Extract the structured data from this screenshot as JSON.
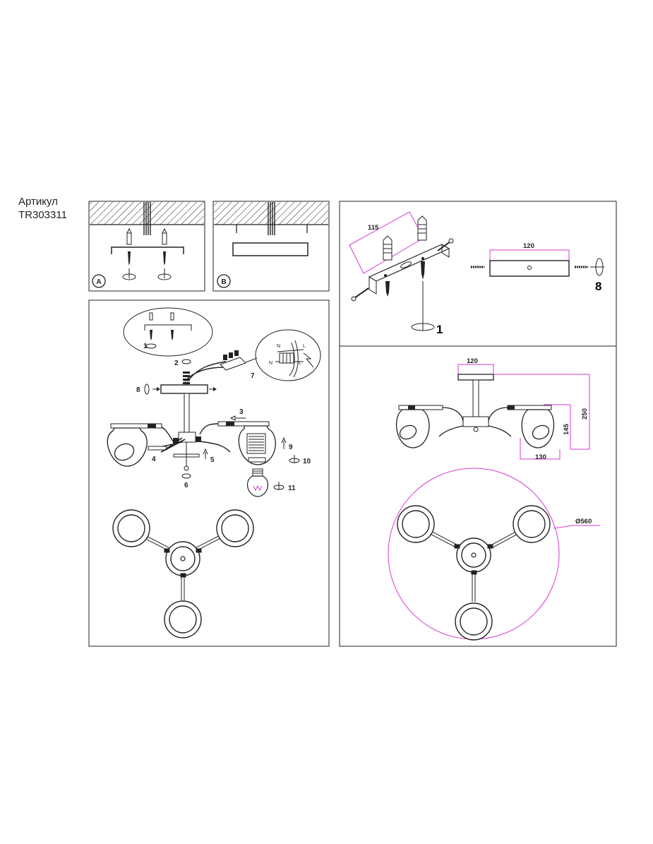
{
  "header": {
    "article_label": "Артикул",
    "article_number": "TR303311"
  },
  "panel_a": {
    "badge": "A"
  },
  "panel_b": {
    "badge": "B"
  },
  "assembly": {
    "steps": [
      "1",
      "2",
      "3",
      "4",
      "5",
      "6",
      "7",
      "8",
      "9",
      "10",
      "11"
    ],
    "wiring_n": "N",
    "wiring_l": "L"
  },
  "mounting": {
    "dim_bracket": "115",
    "dim_plate": "120",
    "step_bracket": "1",
    "step_plate": "8"
  },
  "dimensions": {
    "plate_width": "120",
    "height_total": "250",
    "shade_height": "145",
    "shade_width": "130",
    "diameter": "Ø560"
  },
  "colors": {
    "line": "#222222",
    "dimension": "#d63ad6"
  }
}
